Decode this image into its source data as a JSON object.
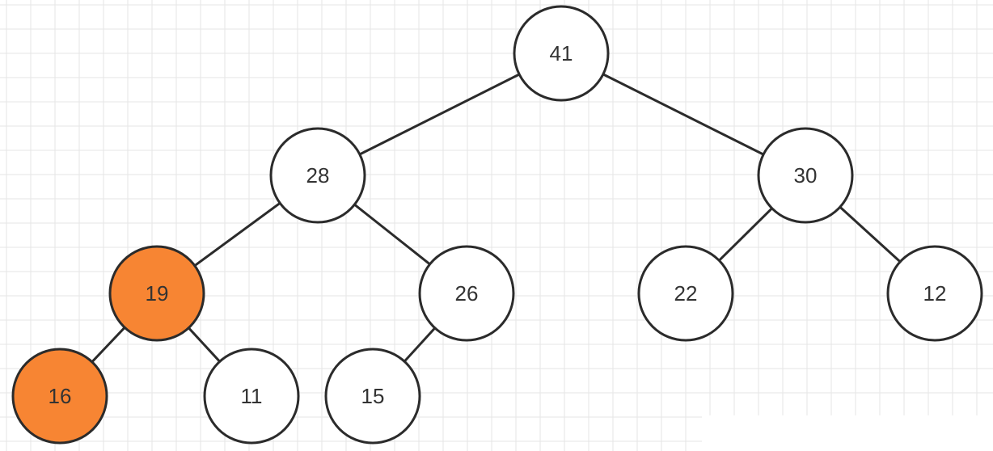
{
  "colors": {
    "highlight_fill": "#F78533",
    "default_fill": "#FFFFFF",
    "stroke": "#2b2b2b",
    "edge": "#2b2b2b",
    "grid": "#e6e6e6",
    "text": "#333333"
  },
  "tree": {
    "nodes": [
      {
        "id": "n41",
        "label": "41",
        "highlighted": false
      },
      {
        "id": "n28",
        "label": "28",
        "highlighted": false
      },
      {
        "id": "n30",
        "label": "30",
        "highlighted": false
      },
      {
        "id": "n19",
        "label": "19",
        "highlighted": true
      },
      {
        "id": "n26",
        "label": "26",
        "highlighted": false
      },
      {
        "id": "n22",
        "label": "22",
        "highlighted": false
      },
      {
        "id": "n12",
        "label": "12",
        "highlighted": false
      },
      {
        "id": "n16",
        "label": "16",
        "highlighted": true
      },
      {
        "id": "n11",
        "label": "11",
        "highlighted": false
      },
      {
        "id": "n15",
        "label": "15",
        "highlighted": false
      }
    ],
    "edges": [
      {
        "from": "n41",
        "to": "n28"
      },
      {
        "from": "n41",
        "to": "n30"
      },
      {
        "from": "n28",
        "to": "n19"
      },
      {
        "from": "n28",
        "to": "n26"
      },
      {
        "from": "n30",
        "to": "n22"
      },
      {
        "from": "n30",
        "to": "n12"
      },
      {
        "from": "n19",
        "to": "n16"
      },
      {
        "from": "n19",
        "to": "n11"
      },
      {
        "from": "n26",
        "to": "n15"
      }
    ]
  }
}
